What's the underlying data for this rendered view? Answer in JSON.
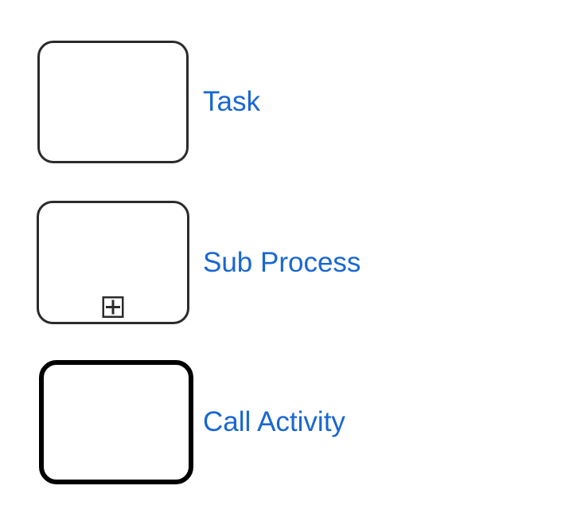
{
  "legend": {
    "items": [
      {
        "id": "task",
        "label": "Task"
      },
      {
        "id": "sub-process",
        "label": "Sub Process",
        "marker": "expand-plus-icon"
      },
      {
        "id": "call-activity",
        "label": "Call Activity"
      }
    ]
  },
  "colors": {
    "background": "#ffffff",
    "label_link": "#1967d2",
    "shape_border": "#2b2b2b",
    "call_activity_border": "#000000"
  }
}
